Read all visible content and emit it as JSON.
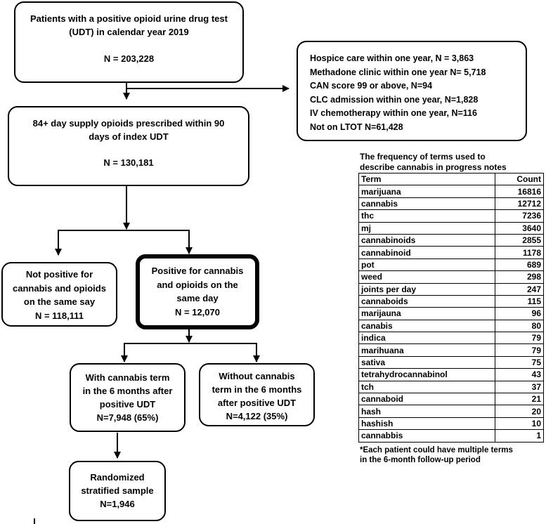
{
  "flow": {
    "start": {
      "text": "Patients with a positive opioid urine drug test\n(UDT) in calendar year 2019",
      "n": "N = 203,228"
    },
    "exclusions": {
      "lines": [
        "Hospice care within one year, N = 3,863",
        "Methadone clinic within one year N= 5,718",
        "CAN score 99 or above, N=94",
        "CLC admission within one year, N=1,828",
        "IV chemotherapy within one year, N=116",
        "Not on LTOT N=61,428"
      ]
    },
    "supply": {
      "text": "84+ day supply opioids prescribed within 90\ndays of index UDT",
      "n": "N = 130,181"
    },
    "not_positive": {
      "text": "Not positive for\ncannabis and opioids\non the same say\nN = 118,111"
    },
    "positive": {
      "text": "Positive for cannabis\nand opioids on the\nsame day\nN = 12,070"
    },
    "with_term": {
      "text": "With cannabis term\nin the 6 months after\npositive UDT\nN=7,948 (65%)"
    },
    "without_term": {
      "text": "Without cannabis\nterm in the 6 months\nafter positive UDT\nN=4,122 (35%)"
    },
    "sample": {
      "text": "Randomized\nstratified sample\nN=1,946"
    }
  },
  "terms_table": {
    "title_line1": "The frequency of terms used to",
    "title_line2": "describe cannabis in progress notes",
    "header_term": "Term",
    "header_count": "Count",
    "rows": [
      {
        "term": "marijuana",
        "count": "16816"
      },
      {
        "term": "cannabis",
        "count": "12712"
      },
      {
        "term": "thc",
        "count": "7236"
      },
      {
        "term": "mj",
        "count": "3640"
      },
      {
        "term": "cannabinoids",
        "count": "2855"
      },
      {
        "term": "cannabinoid",
        "count": "1178"
      },
      {
        "term": "pot",
        "count": "689"
      },
      {
        "term": "weed",
        "count": "298"
      },
      {
        "term": "joints per day",
        "count": "247"
      },
      {
        "term": "cannaboids",
        "count": "115"
      },
      {
        "term": "marijauna",
        "count": "96"
      },
      {
        "term": "canabis",
        "count": "80"
      },
      {
        "term": "indica",
        "count": "79"
      },
      {
        "term": "marihuana",
        "count": "79"
      },
      {
        "term": "sativa",
        "count": "75"
      },
      {
        "term": "tetrahydrocannabinol",
        "count": "43"
      },
      {
        "term": "tch",
        "count": "37"
      },
      {
        "term": "cannaboid",
        "count": "21"
      },
      {
        "term": "hash",
        "count": "20"
      },
      {
        "term": "hashish",
        "count": "10"
      },
      {
        "term": "cannabbis",
        "count": "1"
      }
    ],
    "footnote": "*Each patient could have multiple terms\n in the 6-month follow-up period"
  }
}
